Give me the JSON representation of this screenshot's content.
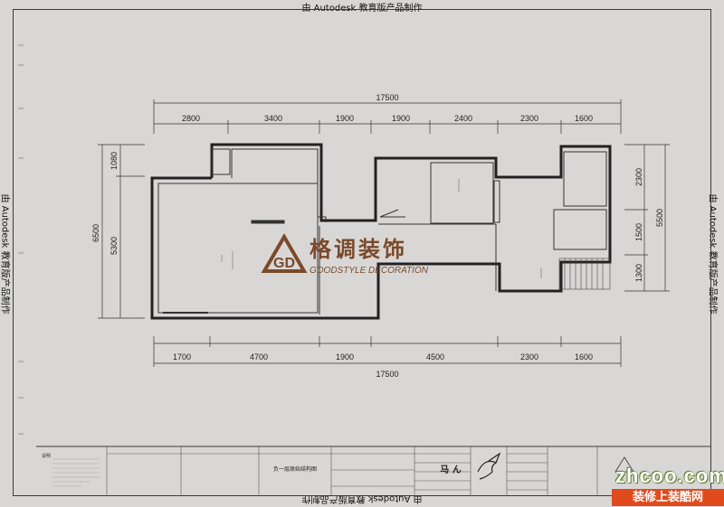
{
  "watermark": {
    "top": "由 Autodesk 教育版产品制作",
    "bottom": "由 Autodesk 教育版产品制作",
    "left": "由 Autodesk 教育版产品制作",
    "right": "由 Autodesk 教育版产品制作"
  },
  "top_dims": {
    "total": "17500",
    "segments": [
      "2800",
      "3400",
      "1900",
      "1900",
      "2400",
      "2300",
      "1600"
    ]
  },
  "bottom_dims": {
    "total": "17500",
    "segments": [
      "1700",
      "4700",
      "1900",
      "4500",
      "2300",
      "1600"
    ]
  },
  "left_dims": {
    "total": "6500",
    "upper": "1080",
    "lower": "5300"
  },
  "right_dims": {
    "total": "5500",
    "upper": "2300",
    "middle": "1500",
    "lower": "1300"
  },
  "logo": {
    "chinese": "格调装饰",
    "english": "GOODSTYLE DECORATION",
    "monogram": "GD",
    "color": "#7a4a2a"
  },
  "title_block": {
    "drawing_name": "负一层原始结构图",
    "signature": "马 ん",
    "notes_heading": "说明"
  },
  "site_badge": {
    "domain": "zhcoo.com",
    "cn": "装修上装酷网"
  }
}
